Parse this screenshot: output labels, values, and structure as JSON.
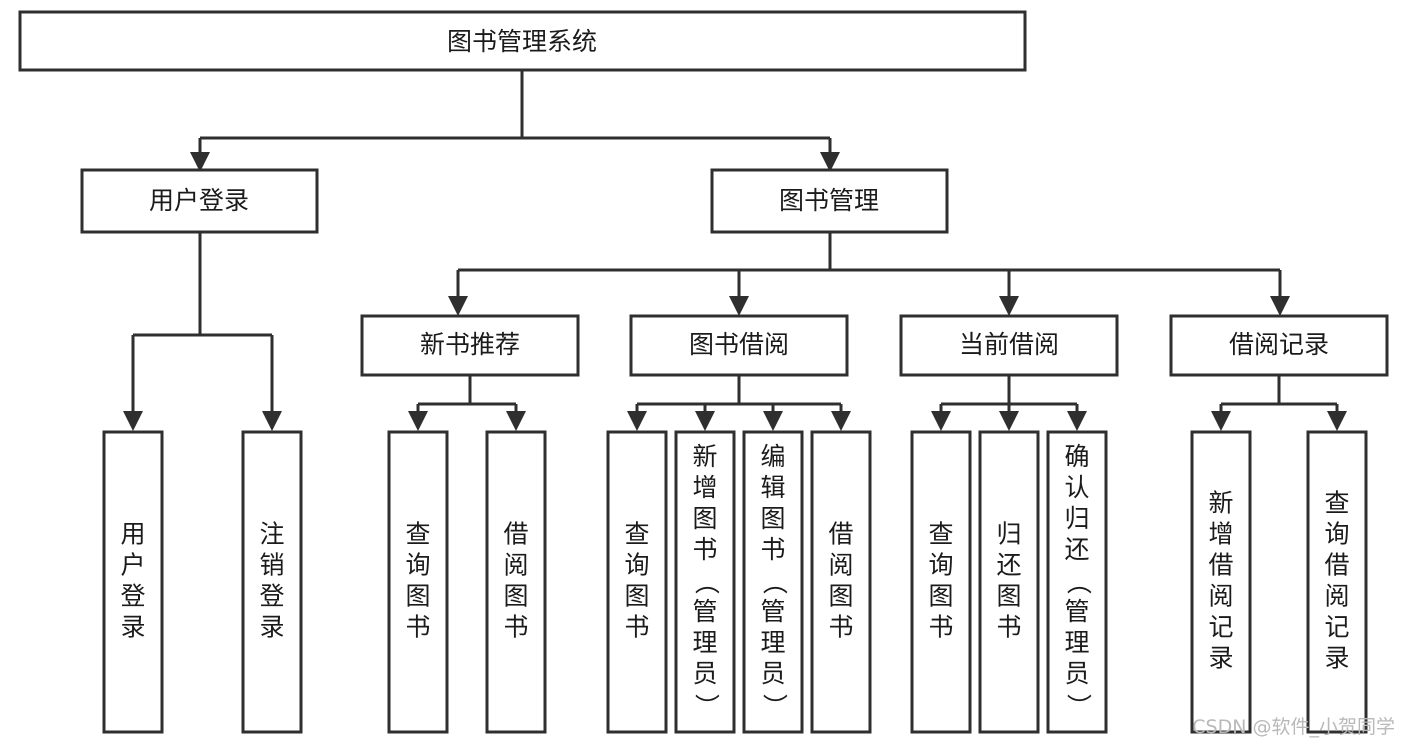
{
  "diagram": {
    "type": "tree-hierarchy",
    "title": "图书管理系统",
    "watermark": "CSDN @软件_小贺同学",
    "colors": {
      "box_stroke": "#2f2f2f",
      "box_fill": "#ffffff",
      "text": "#1b1b1b",
      "background": "#ffffff",
      "watermark": "#b9b9b9"
    },
    "levels": [
      {
        "level": 1,
        "nodes": [
          {
            "id": "root",
            "label": "图书管理系统",
            "orientation": "horizontal"
          }
        ]
      },
      {
        "level": 2,
        "nodes": [
          {
            "id": "login",
            "label": "用户登录",
            "orientation": "horizontal",
            "parent": "root"
          },
          {
            "id": "bookmgmt",
            "label": "图书管理",
            "orientation": "horizontal",
            "parent": "root"
          }
        ]
      },
      {
        "level": 3,
        "nodes": [
          {
            "id": "newbook",
            "label": "新书推荐",
            "orientation": "horizontal",
            "parent": "bookmgmt"
          },
          {
            "id": "borrow",
            "label": "图书借阅",
            "orientation": "horizontal",
            "parent": "bookmgmt"
          },
          {
            "id": "current",
            "label": "当前借阅",
            "orientation": "horizontal",
            "parent": "bookmgmt"
          },
          {
            "id": "records",
            "label": "借阅记录",
            "orientation": "horizontal",
            "parent": "bookmgmt"
          }
        ]
      },
      {
        "level": 4,
        "nodes": [
          {
            "id": "leaf-user-login",
            "label": "用户登录",
            "orientation": "vertical",
            "parent": "login"
          },
          {
            "id": "leaf-logout",
            "label": "注销登录",
            "orientation": "vertical",
            "parent": "login"
          },
          {
            "id": "leaf-query-book-1",
            "label": "查询图书",
            "orientation": "vertical",
            "parent": "newbook"
          },
          {
            "id": "leaf-borrow-book-1",
            "label": "借阅图书",
            "orientation": "vertical",
            "parent": "newbook"
          },
          {
            "id": "leaf-query-book-2",
            "label": "查询图书",
            "orientation": "vertical",
            "parent": "borrow"
          },
          {
            "id": "leaf-add-book",
            "label": "新增图书（管理员）",
            "orientation": "vertical",
            "parent": "borrow"
          },
          {
            "id": "leaf-edit-book",
            "label": "编辑图书（管理员）",
            "orientation": "vertical",
            "parent": "borrow"
          },
          {
            "id": "leaf-borrow-book-2",
            "label": "借阅图书",
            "orientation": "vertical",
            "parent": "borrow"
          },
          {
            "id": "leaf-query-book-3",
            "label": "查询图书",
            "orientation": "vertical",
            "parent": "current"
          },
          {
            "id": "leaf-return-book",
            "label": "归还图书",
            "orientation": "vertical",
            "parent": "current"
          },
          {
            "id": "leaf-confirm-return",
            "label": "确认归还（管理员）",
            "orientation": "vertical",
            "parent": "current"
          },
          {
            "id": "leaf-add-record",
            "label": "新增借阅记录",
            "orientation": "vertical",
            "parent": "records"
          },
          {
            "id": "leaf-query-record",
            "label": "查询借阅记录",
            "orientation": "vertical",
            "parent": "records"
          }
        ]
      }
    ]
  }
}
